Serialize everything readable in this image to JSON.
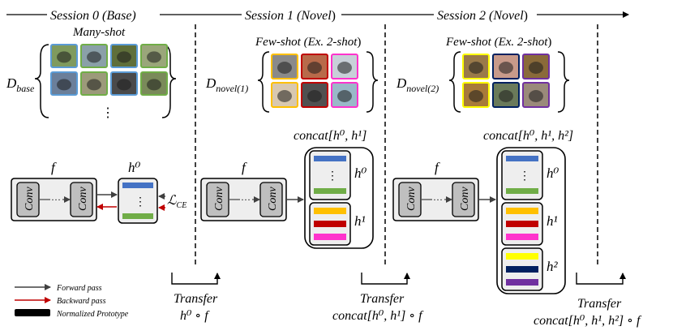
{
  "sessions": {
    "s0_label": "Session 0 (Base)",
    "s1_label_a": "Session 1 (",
    "s1_label_b": "Novel",
    "s1_label_c": ")",
    "s2_label_a": "Session 2 (",
    "s2_label_b": "Novel",
    "s2_label_c": ")"
  },
  "base": {
    "title": "Many-shot",
    "set_label": "D",
    "set_sub": "base",
    "ellipsis": "⋮"
  },
  "novel1": {
    "title_a": "Few-shot (",
    "title_b": "Ex. 2-shot",
    "title_c": ")",
    "set_label": "D",
    "set_sub": "novel(1)",
    "concat": "concat[h⁰, h¹]"
  },
  "novel2": {
    "title_a": "Few-shot (",
    "title_b": "Ex. 2-shot",
    "title_c": ")",
    "set_label": "D",
    "set_sub": "novel(2)",
    "concat": "concat[h⁰, h¹, h²]"
  },
  "network": {
    "f_label": "f",
    "conv_label": "Conv",
    "h0": "h⁰",
    "h1": "h¹",
    "h2": "h²",
    "loss_main": "ℒ",
    "loss_sub": "CE",
    "vdots": "⋮",
    "hdots": "···"
  },
  "transfers": {
    "t_word": "Transfer",
    "t1_expr": "h⁰ ∘ f",
    "t2_expr": "concat[h⁰, h¹] ∘ f",
    "t3_expr": "concat[h⁰, h¹, h²] ∘ f"
  },
  "legend": {
    "forward": "Forward pass",
    "backward": "Backward pass",
    "prototype": "Normalized Prototype"
  },
  "colors": {
    "base_proto_top": "#4472c4",
    "base_proto_bottom": "#70ad47",
    "novel1_protos": [
      "#ffc000",
      "#c00000",
      "#ff33cc"
    ],
    "novel2_protos": [
      "#ffff00",
      "#002060",
      "#7030a0"
    ],
    "backward_arrow": "#c00000",
    "forward_arrow": "#404040",
    "block_fill": "#eeeeee",
    "conv_fill": "#bfbfbf"
  }
}
